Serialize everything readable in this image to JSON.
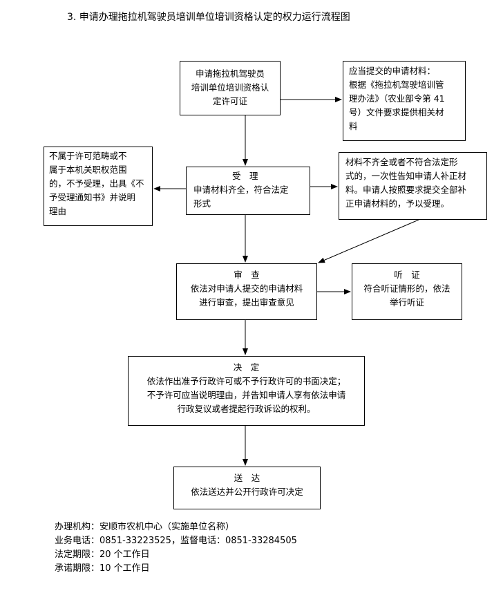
{
  "title": "3. 申请办理拖拉机驾驶员培训单位培训资格认定的权力运行流程图",
  "boxes": {
    "apply": {
      "lines": [
        "申请拖拉机驾驶员",
        "培训单位培训资格认",
        "定许可证"
      ]
    },
    "materials": {
      "lines": [
        "应当提交的申请材料：",
        "根据《拖拉机驾驶培训管",
        "理办法》（农业部令第 41",
        "号）文件要求提供相关材",
        "料"
      ]
    },
    "reject": {
      "lines": [
        "不属于许可范畴或不",
        "属于本机关职权范围",
        "的，不予受理，出具《不",
        "予受理通知书》并说明",
        "理由"
      ]
    },
    "accept": {
      "lines": [
        "受　理",
        "申请材料齐全，符合法定",
        "形式"
      ]
    },
    "incomplete": {
      "lines": [
        "材料不齐全或者不符合法定形",
        "式的，一次性告知申请人补正材",
        "料。申请人按照要求提交全部补",
        "正申请材料的，予以受理。"
      ]
    },
    "review": {
      "lines": [
        "审　查",
        "依法对申请人提交的申请材料",
        "进行审查，提出审查意见"
      ]
    },
    "hearing": {
      "lines": [
        "听　证",
        "符合听证情形的，依法",
        "举行听证"
      ]
    },
    "decision": {
      "lines": [
        "决　定",
        "依法作出准予行政许可或不予行政许可的书面决定；",
        "不予许可应当说明理由，并告知申请人享有依法申请",
        "行政复议或者提起行政诉讼的权利。"
      ]
    },
    "deliver": {
      "lines": [
        "送　达",
        "依法送达并公开行政许可决定"
      ]
    }
  },
  "footer": {
    "agency": "办理机构：安顺市农机中心（实施单位名称）",
    "phones": "业务电话：0851-33223525，监督电话：0851-33284505",
    "legal_period": "法定期限：20 个工作日",
    "promised_period": "承诺期限：10 个工作日"
  }
}
